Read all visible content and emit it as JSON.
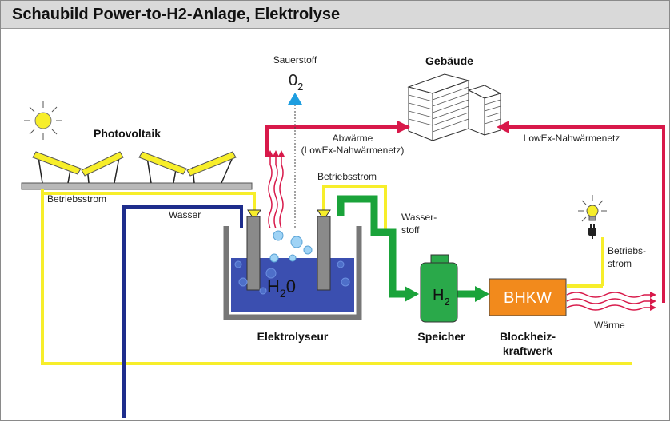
{
  "title": "Schaubild Power-to-H2-Anlage, Elektrolyse",
  "labels": {
    "sauerstoff": "Sauerstoff",
    "o2_main": "0",
    "o2_sub": "2",
    "gebaeude": "Gebäude",
    "photovoltaik": "Photovoltaik",
    "abwaerme_1": "Abwärme",
    "abwaerme_2": "(LowEx-Nahwärmenetz)",
    "lowex": "LowEx-Nahwärmenetz",
    "betriebsstrom_pv": "Betriebsstrom",
    "betriebsstrom_top": "Betriebsstrom",
    "wasser": "Wasser",
    "wasserstoff_1": "Wasser-",
    "wasserstoff_2": "stoff",
    "h2o_main": "H",
    "h2o_sub": "2",
    "h2o_end": "0",
    "elektrolyseur": "Elektrolyseur",
    "h2_main": "H",
    "h2_sub": "2",
    "speicher": "Speicher",
    "bhkw": "BHKW",
    "blockheiz_1": "Blockheiz-",
    "blockheiz_2": "kraftwerk",
    "betriebs_1": "Betriebs-",
    "betriebs_2": "strom",
    "waerme": "Wärme"
  },
  "colors": {
    "titlebar": "#d9d9d9",
    "power_line": "#f7ee2a",
    "water_line": "#1e2d8c",
    "heat_line": "#d8194a",
    "hydrogen_line": "#1aa33a",
    "oxygen_arrow": "#1e9ee0",
    "electrolyte": "#3b4fb0",
    "tank_green": "#2aa94a",
    "bhkw_orange": "#f28a1c",
    "electrode_gray": "#8a8a8a"
  },
  "icons": [
    "sun-icon",
    "lightbulb-icon",
    "plug-icon",
    "building-icon",
    "solar-panel-icon",
    "hydrogen-tank-icon"
  ]
}
